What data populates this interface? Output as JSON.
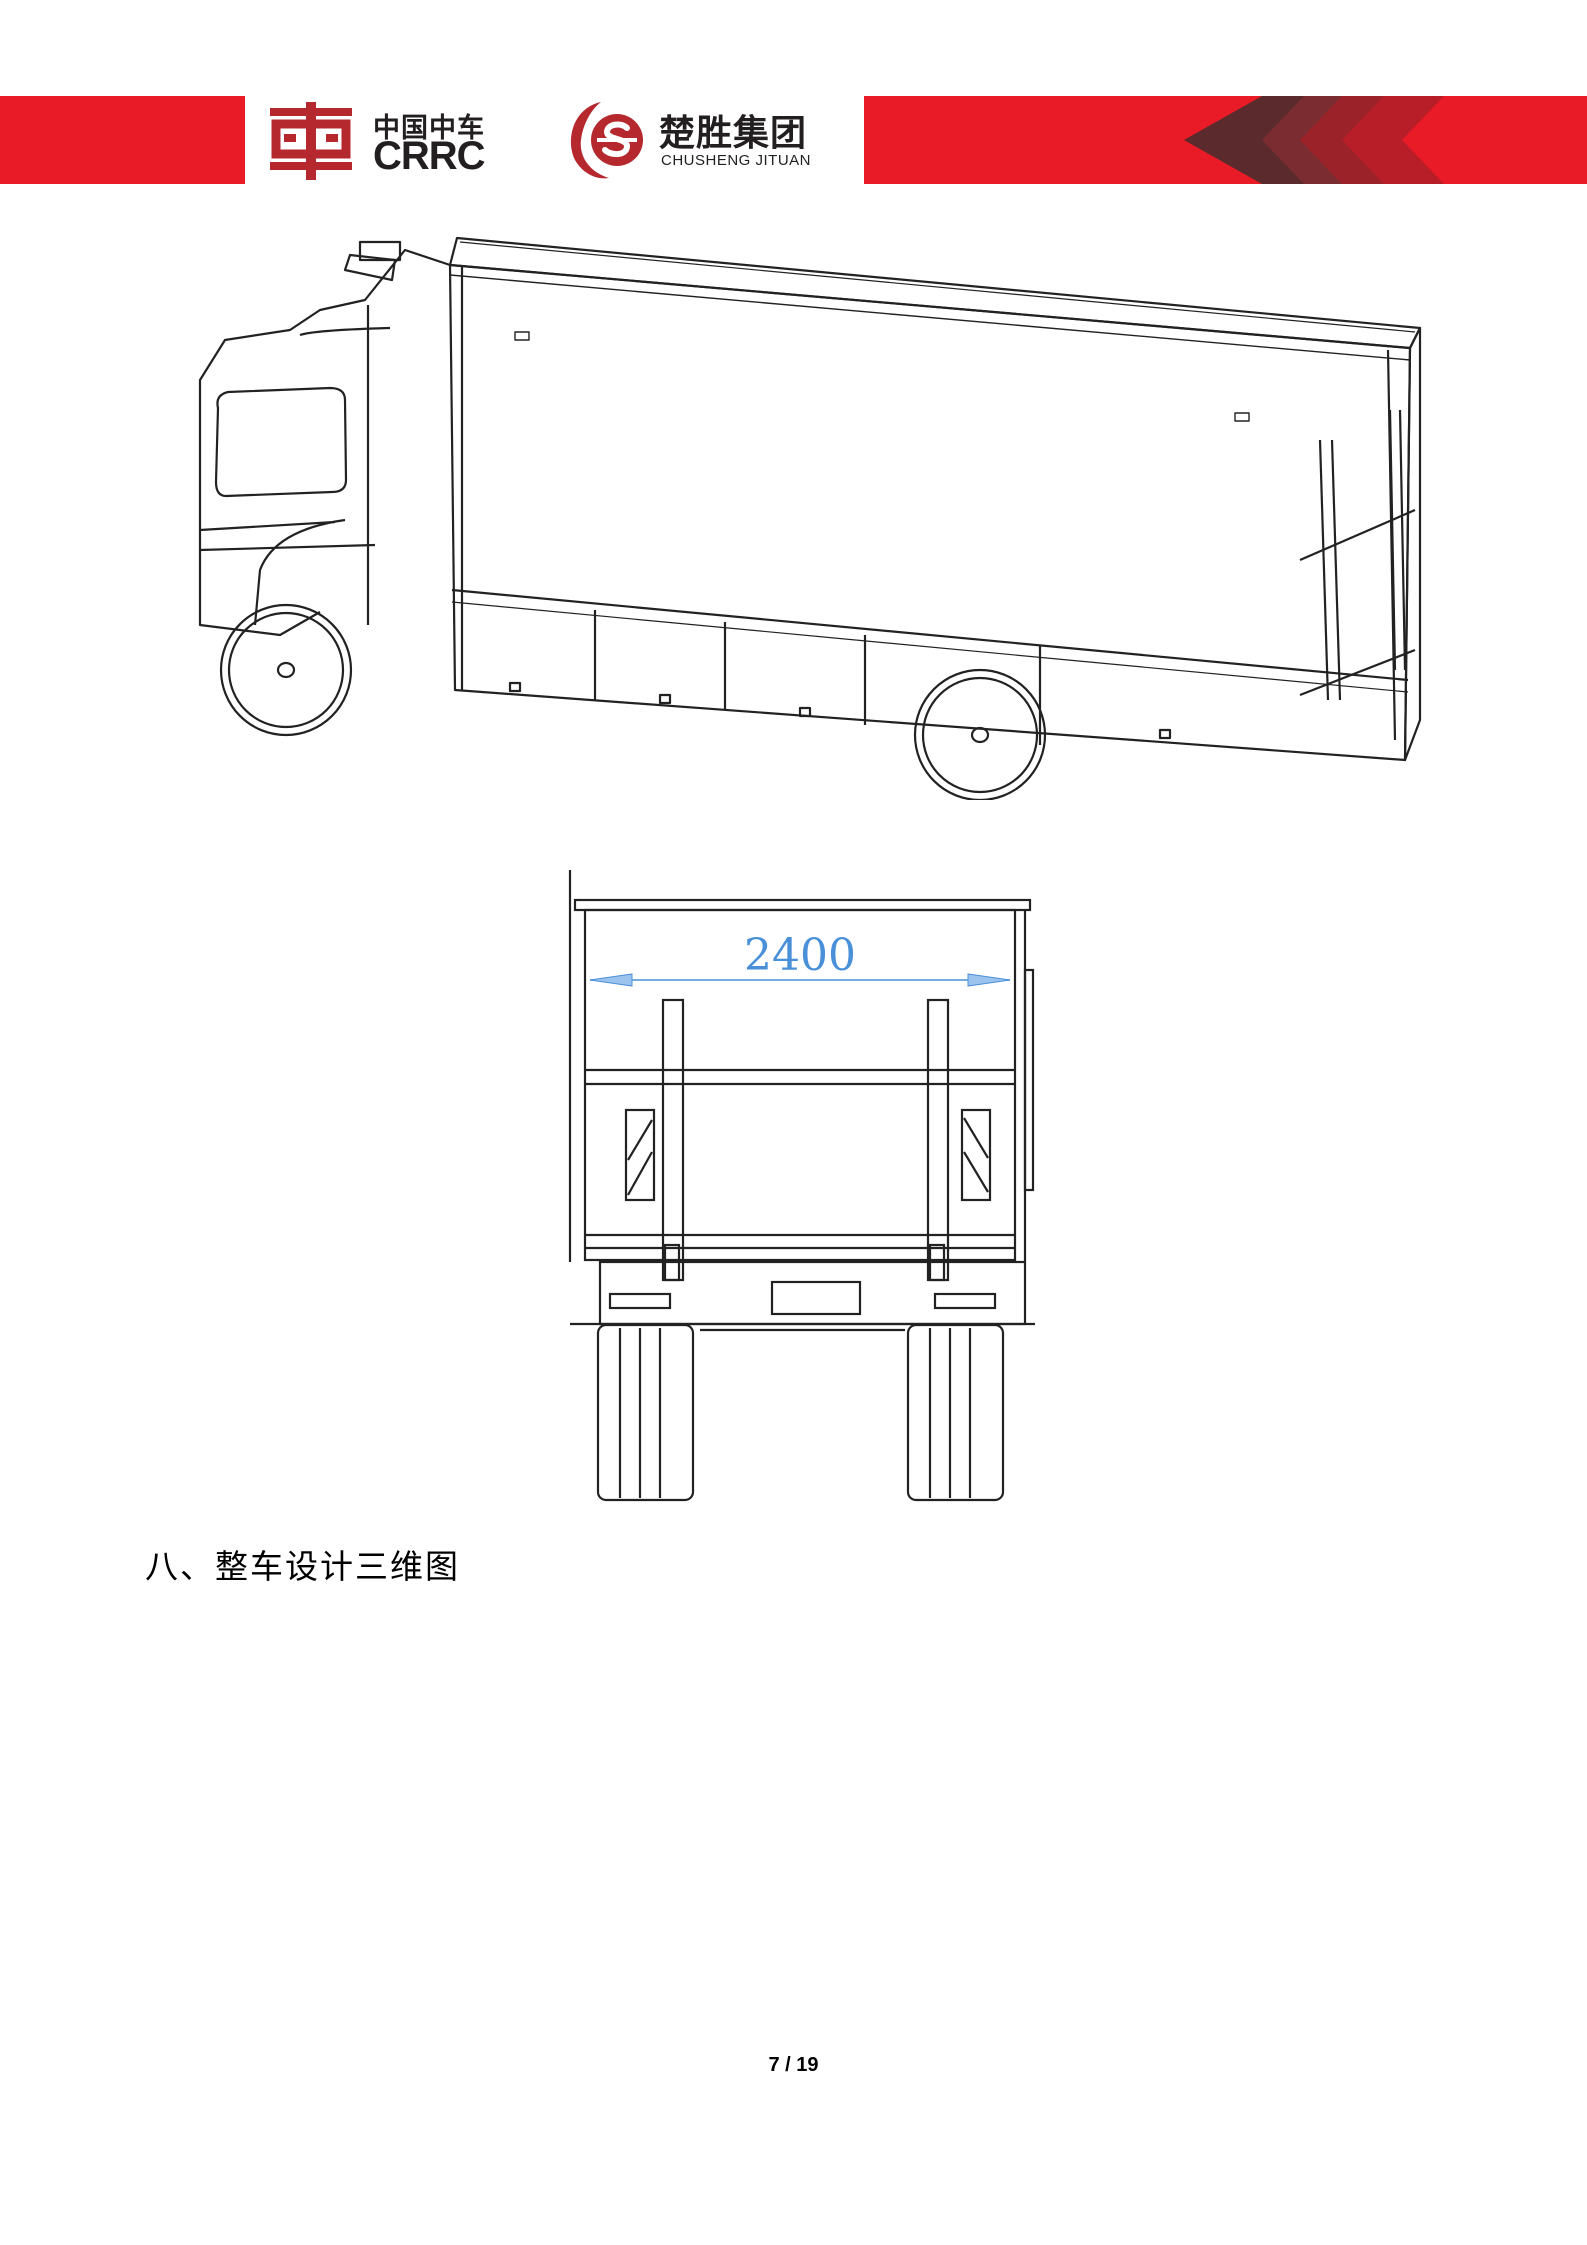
{
  "header": {
    "logo_left": {
      "name_cn": "中国中车",
      "name_en": "CRRC",
      "icon": "crrc-che-emblem-icon"
    },
    "logo_right": {
      "name_cn": "楚胜集团",
      "name_en": "CHUSHENG JITUAN",
      "icon": "chusheng-s-emblem-icon"
    },
    "colors": {
      "brand_red": "#e91b26",
      "emblem_red": "#b5282e",
      "chevron_dark": "#5a2a2c",
      "chevron_mid": "#7a2c31",
      "chevron_light": "#a4232b"
    }
  },
  "figures": {
    "side_view": {
      "description": "truck-isometric-line-drawing"
    },
    "rear_view": {
      "description": "truck-rear-elevation-line-drawing",
      "dimension_label": "2400",
      "dimension_color": "#4a90d9"
    }
  },
  "section": {
    "heading": "八、整车设计三维图"
  },
  "footer": {
    "page_number": "7 / 19"
  }
}
